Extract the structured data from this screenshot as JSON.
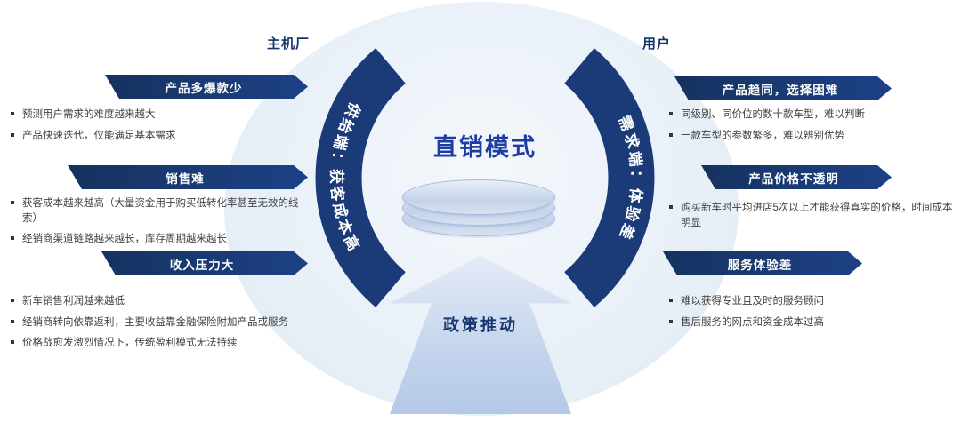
{
  "top_labels": {
    "left": "主机厂",
    "right": "用户"
  },
  "center": {
    "title": "直销模式"
  },
  "arcs": {
    "left": "供给端：获客成本高",
    "right": "需求端：体验差"
  },
  "bottom": {
    "label": "政策推动"
  },
  "left_sections": [
    {
      "banner": "产品多爆款少",
      "bullets": [
        "预测用户需求的难度越来越大",
        "产品快速迭代，仅能满足基本需求"
      ]
    },
    {
      "banner": "销售难",
      "bullets": [
        "获客成本越来越高（大量资金用于购买低转化率甚至无效的线索）",
        "经销商渠道链路越来越长，库存周期越来越长"
      ]
    },
    {
      "banner": "收入压力大",
      "bullets": [
        "新车销售利润越来越低",
        "经销商转向依靠返利，主要收益靠金融保险附加产品或服务",
        "价格战愈发激烈情况下，传统盈利模式无法持续"
      ]
    }
  ],
  "right_sections": [
    {
      "banner": "产品趋同，选择困难",
      "bullets": [
        "同级别、同价位的数十款车型，难以判断",
        "一款车型的参数繁多，难以辨别优势"
      ]
    },
    {
      "banner": "产品价格不透明",
      "bullets": [
        "购买新车时平均进店5次以上才能获得真实的价格，时间成本明显"
      ]
    },
    {
      "banner": "服务体验差",
      "bullets": [
        "难以获得专业且及时的服务顾问",
        "售后服务的网点和资金成本过高"
      ]
    }
  ],
  "colors": {
    "navy": "#1b3b78",
    "title_blue": "#1d3da3",
    "circle_fill": "#eaf1f8",
    "arrow_fill": "#ccd9ef"
  }
}
